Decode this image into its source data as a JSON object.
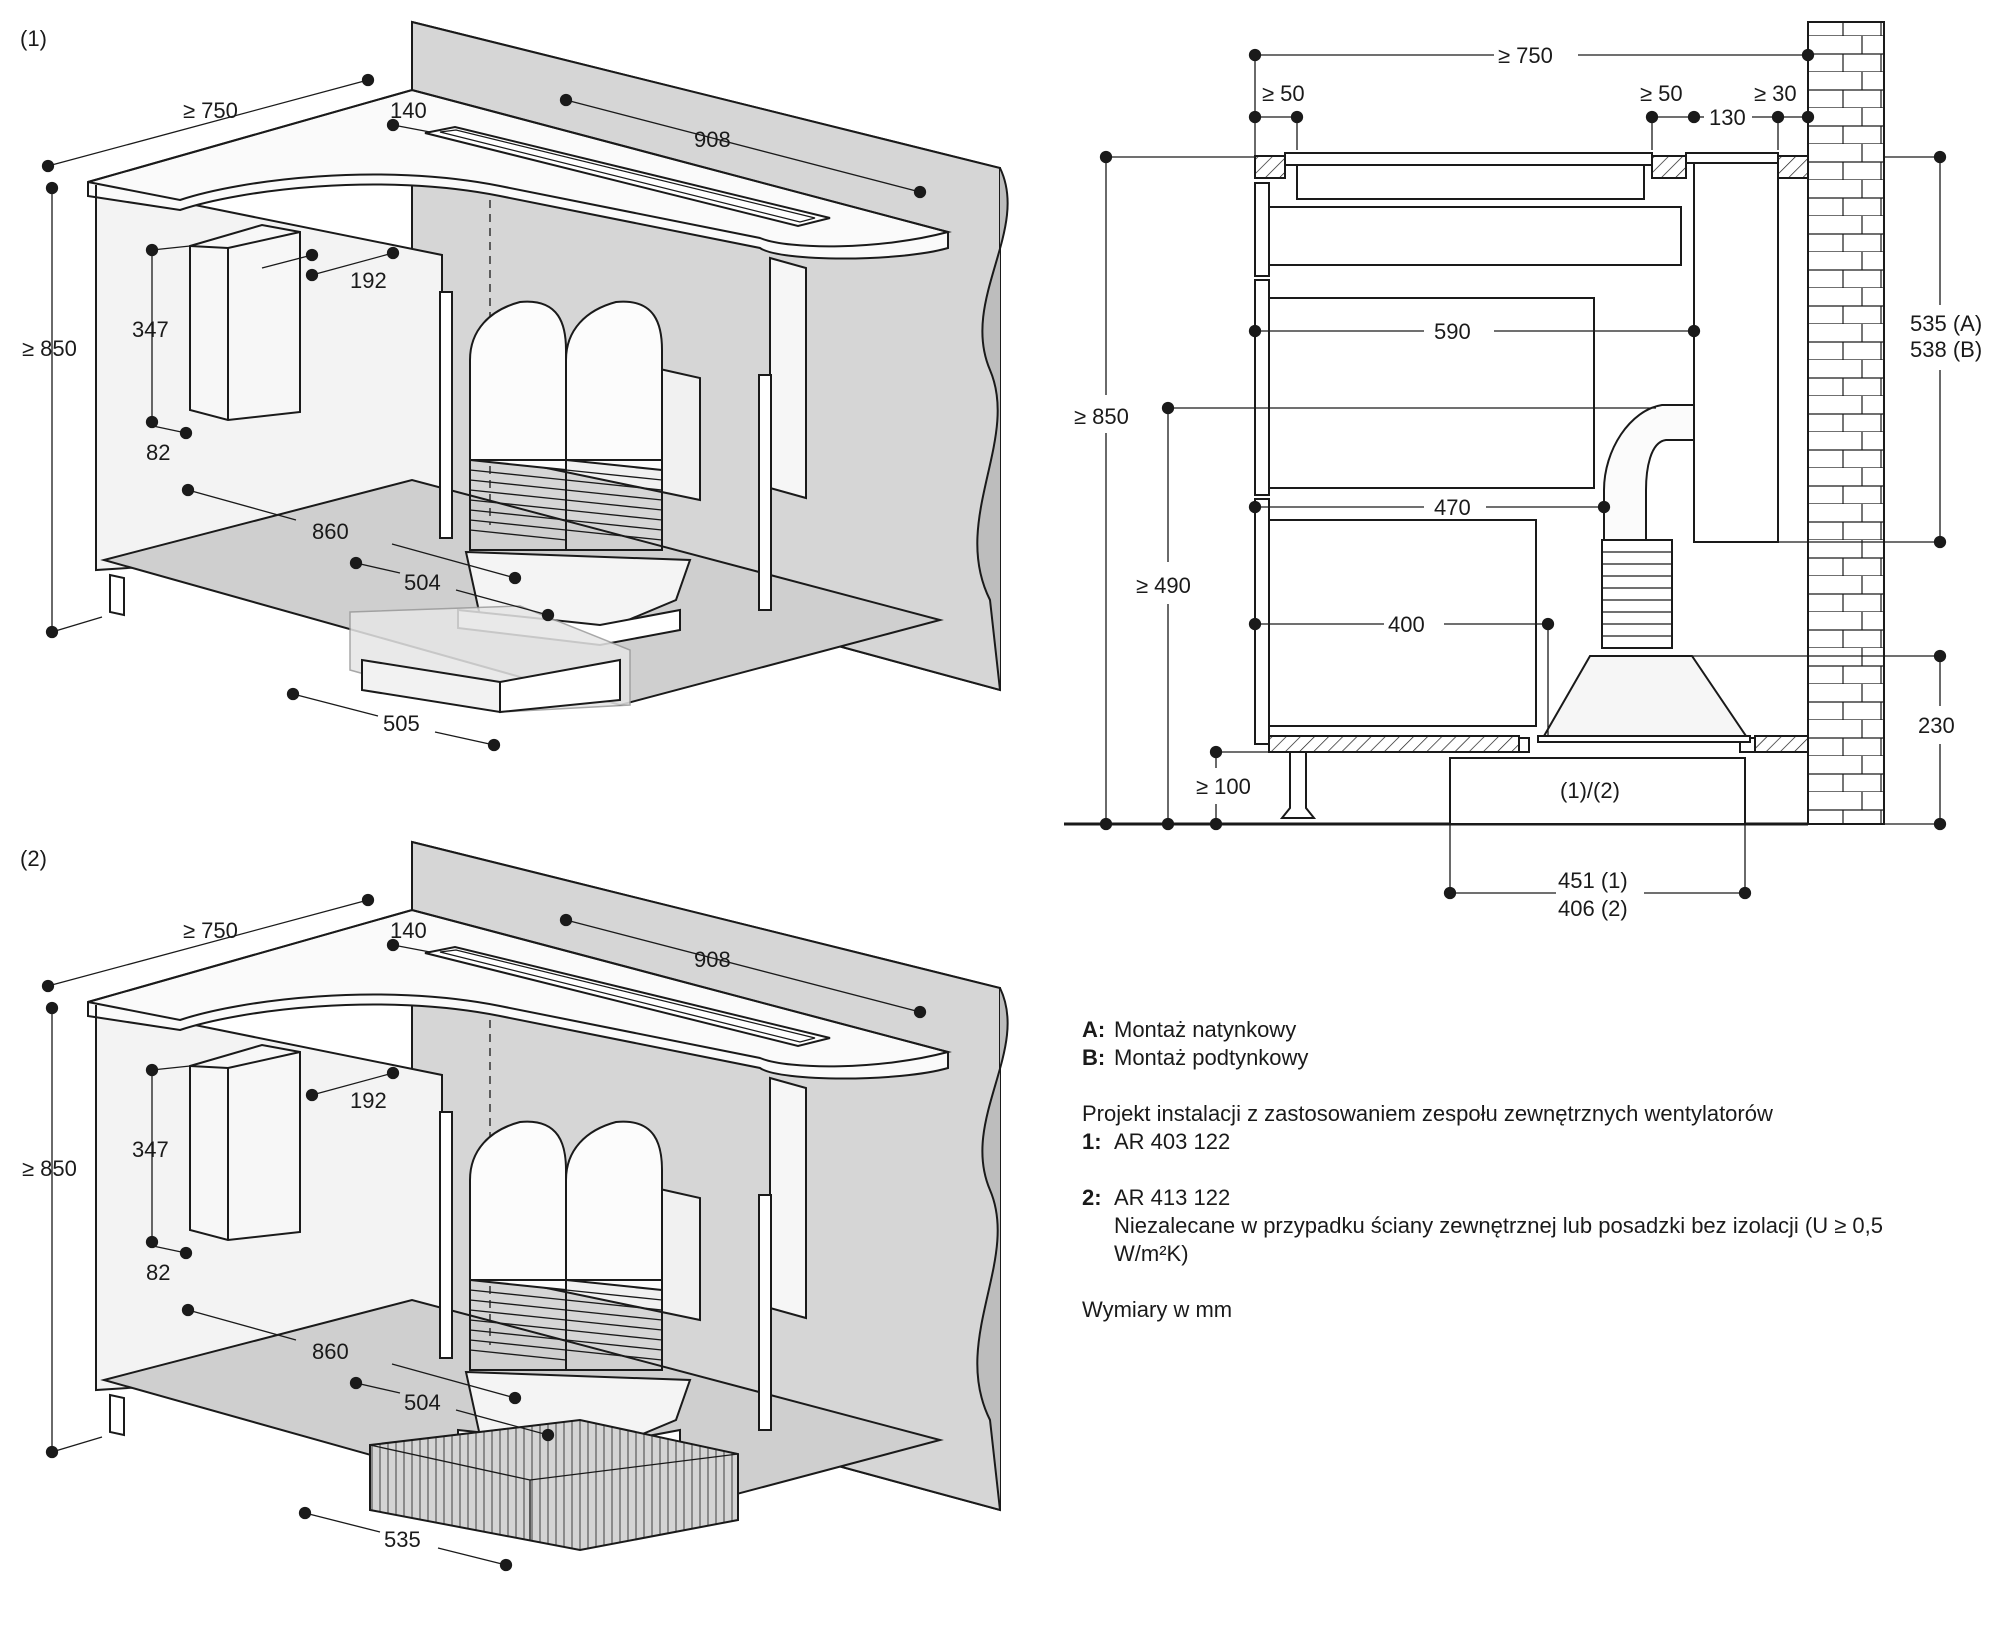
{
  "figure_labels": {
    "fig1": {
      "open": "(",
      "num": "1",
      "close": ")"
    },
    "fig2": {
      "open": "(",
      "num": "2",
      "close": ")"
    }
  },
  "iso1": {
    "dims": {
      "depth": "≥ 750",
      "height": "≥ 850",
      "vent_width": "140",
      "vent_length": "908",
      "box_h": "347",
      "box_w": "192",
      "box_d": "82",
      "duct_860": "860",
      "duct_504": "504",
      "fan_505": "505"
    }
  },
  "iso2": {
    "dims": {
      "depth": "≥ 750",
      "height": "≥ 850",
      "vent_width": "140",
      "vent_length": "908",
      "box_h": "347",
      "box_w": "192",
      "box_d": "82",
      "duct_860": "860",
      "duct_504": "504",
      "fan_535": "535"
    }
  },
  "side_view": {
    "dims": {
      "top_750": "≥ 750",
      "gap_left_50": "≥ 50",
      "gap_right_50": "≥ 50",
      "gap_30": "≥ 30",
      "w_130": "130",
      "h_850": "≥ 850",
      "w_590": "590",
      "w_470": "470",
      "h_490": "≥ 490",
      "w_400": "400",
      "h_100": "≥ 100",
      "h_230": "230",
      "hA_value": "535 (",
      "hA_letter": "A",
      "hA_close": ")",
      "hB_value": "538 (",
      "hB_letter": "B",
      "hB_close": ")",
      "unit_open": "(",
      "unit_1": "1",
      "unit_mid": ")/(",
      "unit_2": "2",
      "unit_close": ")",
      "w1_value": "451 (",
      "w1_num": "1",
      "w1_close": ")",
      "w2_value": "406 (",
      "w2_num": "2",
      "w2_close": ")"
    }
  },
  "legend": {
    "a_key": "A:",
    "a_text": "Montaż natynkowy",
    "b_key": "B:",
    "b_text": "Montaż podtynkowy",
    "project": "Projekt instalacji z zastosowaniem zespołu zewnętrznych wentylatorów",
    "k1_key": "1:",
    "k1_text": "AR 403 122",
    "k2_key": "2:",
    "k2_text": "AR 413 122",
    "note": "Niezalecane w przypadku ściany zewnętrznej lub posadzki bez izolacji (U ≥ 0,5 W/m²K)",
    "units": "Wymiary w mm"
  }
}
